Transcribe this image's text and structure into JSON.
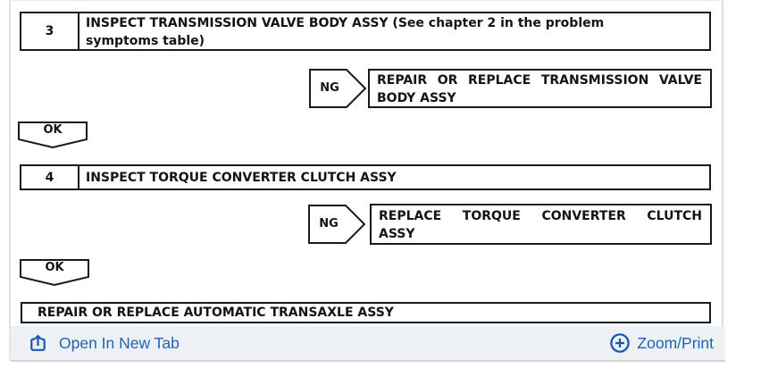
{
  "colors": {
    "accent_link": "#1e63b8",
    "accent_icon": "#1a57ae",
    "box_border": "#1a1a1a",
    "toolbar_bg": "#edf0f4",
    "toolbar_border": "#d4d7da",
    "panel_border": "#e3e3e3"
  },
  "flowchart": {
    "ng_label": "NG",
    "ok_label": "OK",
    "steps": [
      {
        "number": "3",
        "lines": [
          "INSPECT TRANSMISSION VALVE BODY ASSY (See chapter 2 in the problem",
          "symptoms table)"
        ]
      },
      {
        "number": "4",
        "lines": [
          "INSPECT TORQUE CONVERTER CLUTCH ASSY"
        ]
      }
    ],
    "ng_results": [
      {
        "lines": [
          "REPAIR OR REPLACE TRANSMISSION VALVE",
          "BODY ASSY"
        ]
      },
      {
        "lines": [
          "REPLACE TORQUE CONVERTER CLUTCH",
          "ASSY"
        ]
      }
    ],
    "final_action": "REPAIR OR REPLACE AUTOMATIC TRANSAXLE ASSY"
  },
  "toolbar": {
    "open_in_new_tab_label": "Open In New Tab",
    "zoom_print_label": "Zoom/Print",
    "icons": {
      "open_in_new_tab": "box-arrow-up-icon",
      "zoom_print": "plus-circle-icon"
    }
  }
}
